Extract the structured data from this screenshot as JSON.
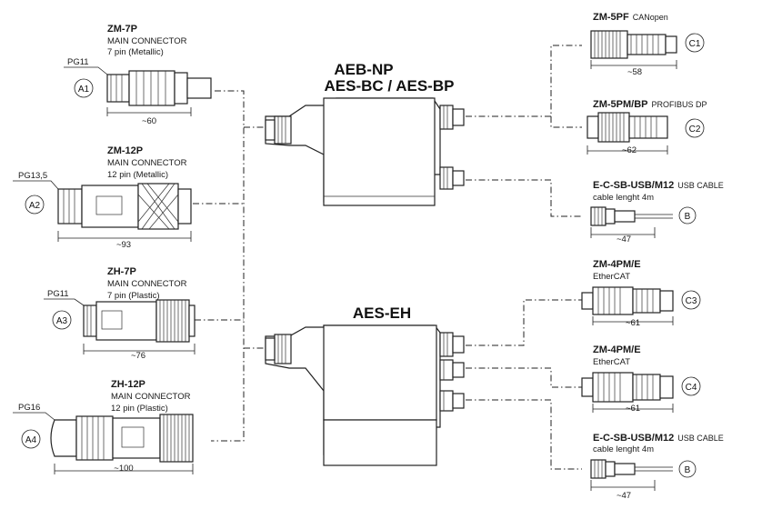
{
  "devices": {
    "upper": {
      "line1": "AEB-NP",
      "line2": "AES-BC / AES-BP"
    },
    "lower": {
      "label": "AES-EH"
    }
  },
  "left_connectors": [
    {
      "id": "A1",
      "model": "ZM-7P",
      "desc": "MAIN CONNECTOR",
      "pins": "7 pin (Metallic)",
      "gland": "PG11",
      "dim": "~60"
    },
    {
      "id": "A2",
      "model": "ZM-12P",
      "desc": "MAIN CONNECTOR",
      "pins": "12 pin (Metallic)",
      "gland": "PG13,5",
      "dim": "~93"
    },
    {
      "id": "A3",
      "model": "ZH-7P",
      "desc": "MAIN CONNECTOR",
      "pins": "7 pin (Plastic)",
      "gland": "PG11",
      "dim": "~76"
    },
    {
      "id": "A4",
      "model": "ZH-12P",
      "desc": "MAIN CONNECTOR",
      "pins": "12 pin (Plastic)",
      "gland": "PG16",
      "dim": "~100"
    }
  ],
  "right_connectors": [
    {
      "id": "C1",
      "model": "ZM-5PF",
      "suffix": "CANopen",
      "sub": "",
      "dim": "~58"
    },
    {
      "id": "C2",
      "model": "ZM-5PM/BP",
      "suffix": "PROFIBUS DP",
      "sub": "",
      "dim": "~62"
    },
    {
      "id": "B",
      "model": "E-C-SB-USB/M12",
      "suffix": "USB CABLE",
      "sub": "cable lenght 4m",
      "dim": "~47"
    },
    {
      "id": "C3",
      "model": "ZM-4PM/E",
      "suffix": "",
      "sub": "EtherCAT",
      "dim": "~61"
    },
    {
      "id": "C4",
      "model": "ZM-4PM/E",
      "suffix": "",
      "sub": "EtherCAT",
      "dim": "~61"
    },
    {
      "id": "B",
      "model": "E-C-SB-USB/M12",
      "suffix": "USB CABLE",
      "sub": "cable lenght 4m",
      "dim": "~47"
    }
  ]
}
